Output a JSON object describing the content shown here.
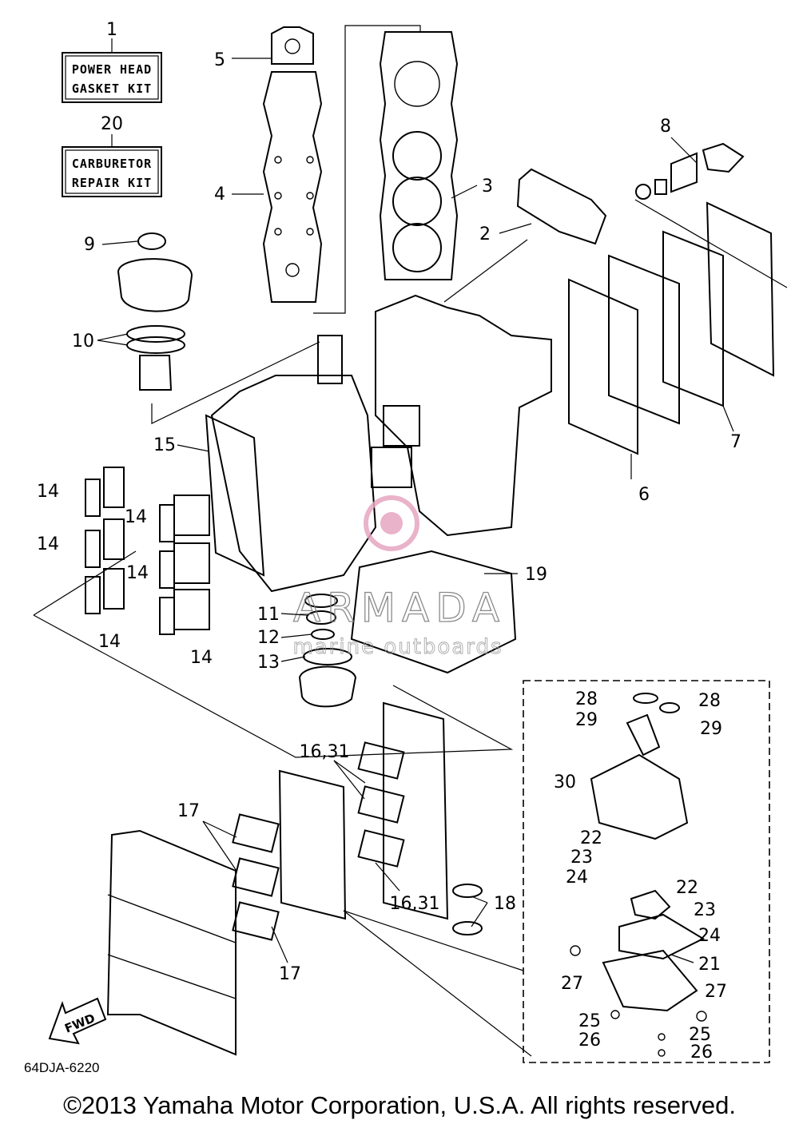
{
  "kits": [
    {
      "number": "1",
      "line1": "POWER HEAD",
      "line2": "GASKET KIT"
    },
    {
      "number": "20",
      "line1": "CARBURETOR",
      "line2": "REPAIR KIT"
    }
  ],
  "callouts": {
    "c2": "2",
    "c3": "3",
    "c4": "4",
    "c5": "5",
    "c6": "6",
    "c7": "7",
    "c8": "8",
    "c9": "9",
    "c10": "10",
    "c11": "11",
    "c12": "12",
    "c13": "13",
    "c14": "14",
    "c15": "15",
    "c16_31": "16,31",
    "c17": "17",
    "c18": "18",
    "c19": "19",
    "c21": "21",
    "c22": "22",
    "c23": "23",
    "c24": "24",
    "c25": "25",
    "c26": "26",
    "c27": "27",
    "c28": "28",
    "c29": "29",
    "c30": "30"
  },
  "fwd_label": "FWD",
  "diagram_code": "64DJA-6220",
  "watermark": {
    "brand": "ARMADA",
    "tagline": "marine outboards",
    "accent_color": "#e6a6c0"
  },
  "copyright": "©2013 Yamaha Motor Corporation, U.S.A. All rights reserved."
}
